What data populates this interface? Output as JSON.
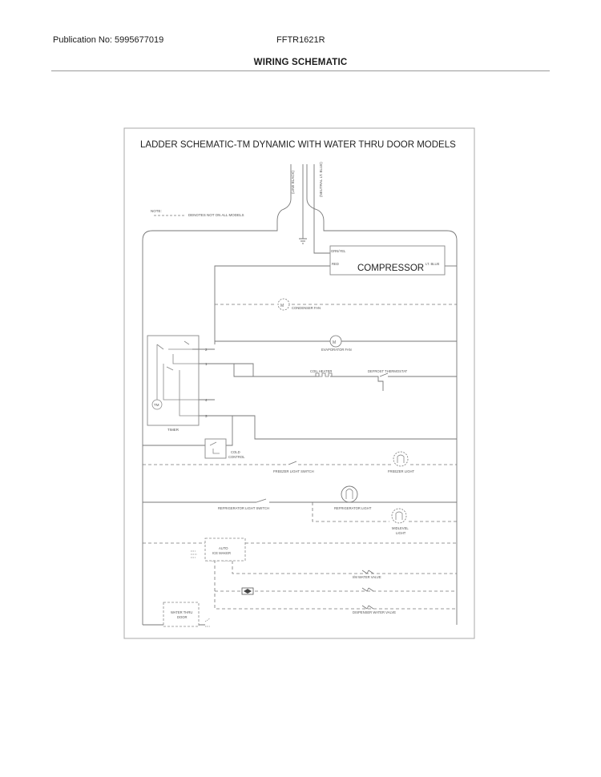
{
  "header": {
    "publication": "Publication No: 5995677019",
    "model": "FFTR1621R",
    "title": "WIRING SCHEMATIC"
  },
  "schematic": {
    "title": "LADDER SCHEMATIC-TM DYNAMIC WITH WATER THRU DOOR MODELS",
    "note_label": "NOTE:",
    "note_text": "DENOTES NOT ON ALL MODELS",
    "line_label": "(LINE BLACK)",
    "neutral_label": "(NEUTRAL LT. BLUE)",
    "compressor": {
      "label": "COMPRESSOR",
      "wire_grn_yel": "GRN/YEL",
      "wire_red": "RED",
      "wire_lt_blue": "LT. BLUE"
    },
    "components": {
      "condenser_fan": "CONDENSER FAN",
      "evaporator_fan": "EVAPORATOR FAN",
      "coil_heater": "COIL HEATER",
      "defrost_thermostat": "DEFROST THERMOSTAT",
      "timer": "TIMER",
      "tm": "TM",
      "cold_control_1": "COLD",
      "cold_control_2": "CONTROL",
      "freezer_light_switch": "FREEZER LIGHT SWITCH",
      "freezer_light": "FREEZER LIGHT",
      "refrigerator_light_switch": "REFRIGERATOR LIGHT SWITCH",
      "refrigerator_light": "REFRIGERATOR LIGHT",
      "midlevel_light_1": "MIDLEVEL",
      "midlevel_light_2": "LIGHT",
      "auto_ice_maker_1": "AUTO",
      "auto_ice_maker_2": "ICE MAKER",
      "im_water_valve": "I/M WATER VALVE",
      "dispenser_water_valve": "DISPENSER WATER VALVE",
      "water_thru_door_1": "WATER THRU",
      "water_thru_door_2": "DOOR"
    },
    "timer_terminals": [
      "2",
      "1",
      "4",
      "3"
    ]
  }
}
